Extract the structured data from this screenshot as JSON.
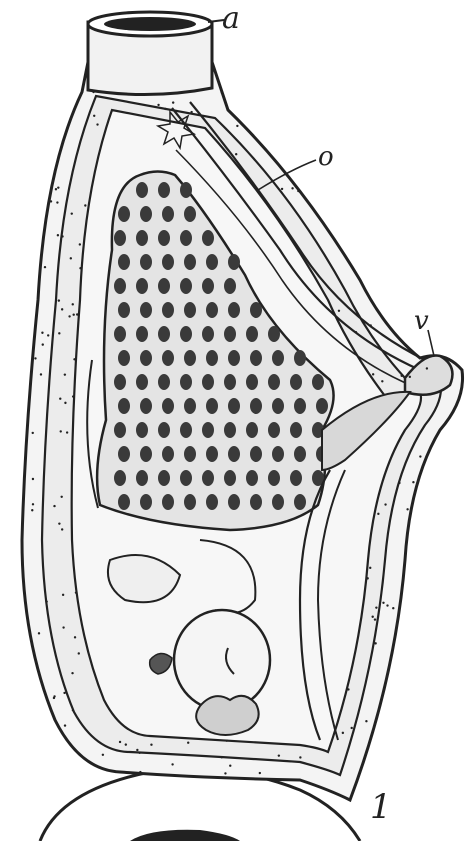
{
  "labels": {
    "a": "a",
    "o": "o",
    "v": "v",
    "figure_number": "1"
  },
  "colors": {
    "ink": "#222222",
    "paper": "#ffffff",
    "fill_light": "#f4f4f4",
    "fill_mid": "#e6e6e6",
    "fill_dark": "#3a3a3a"
  }
}
